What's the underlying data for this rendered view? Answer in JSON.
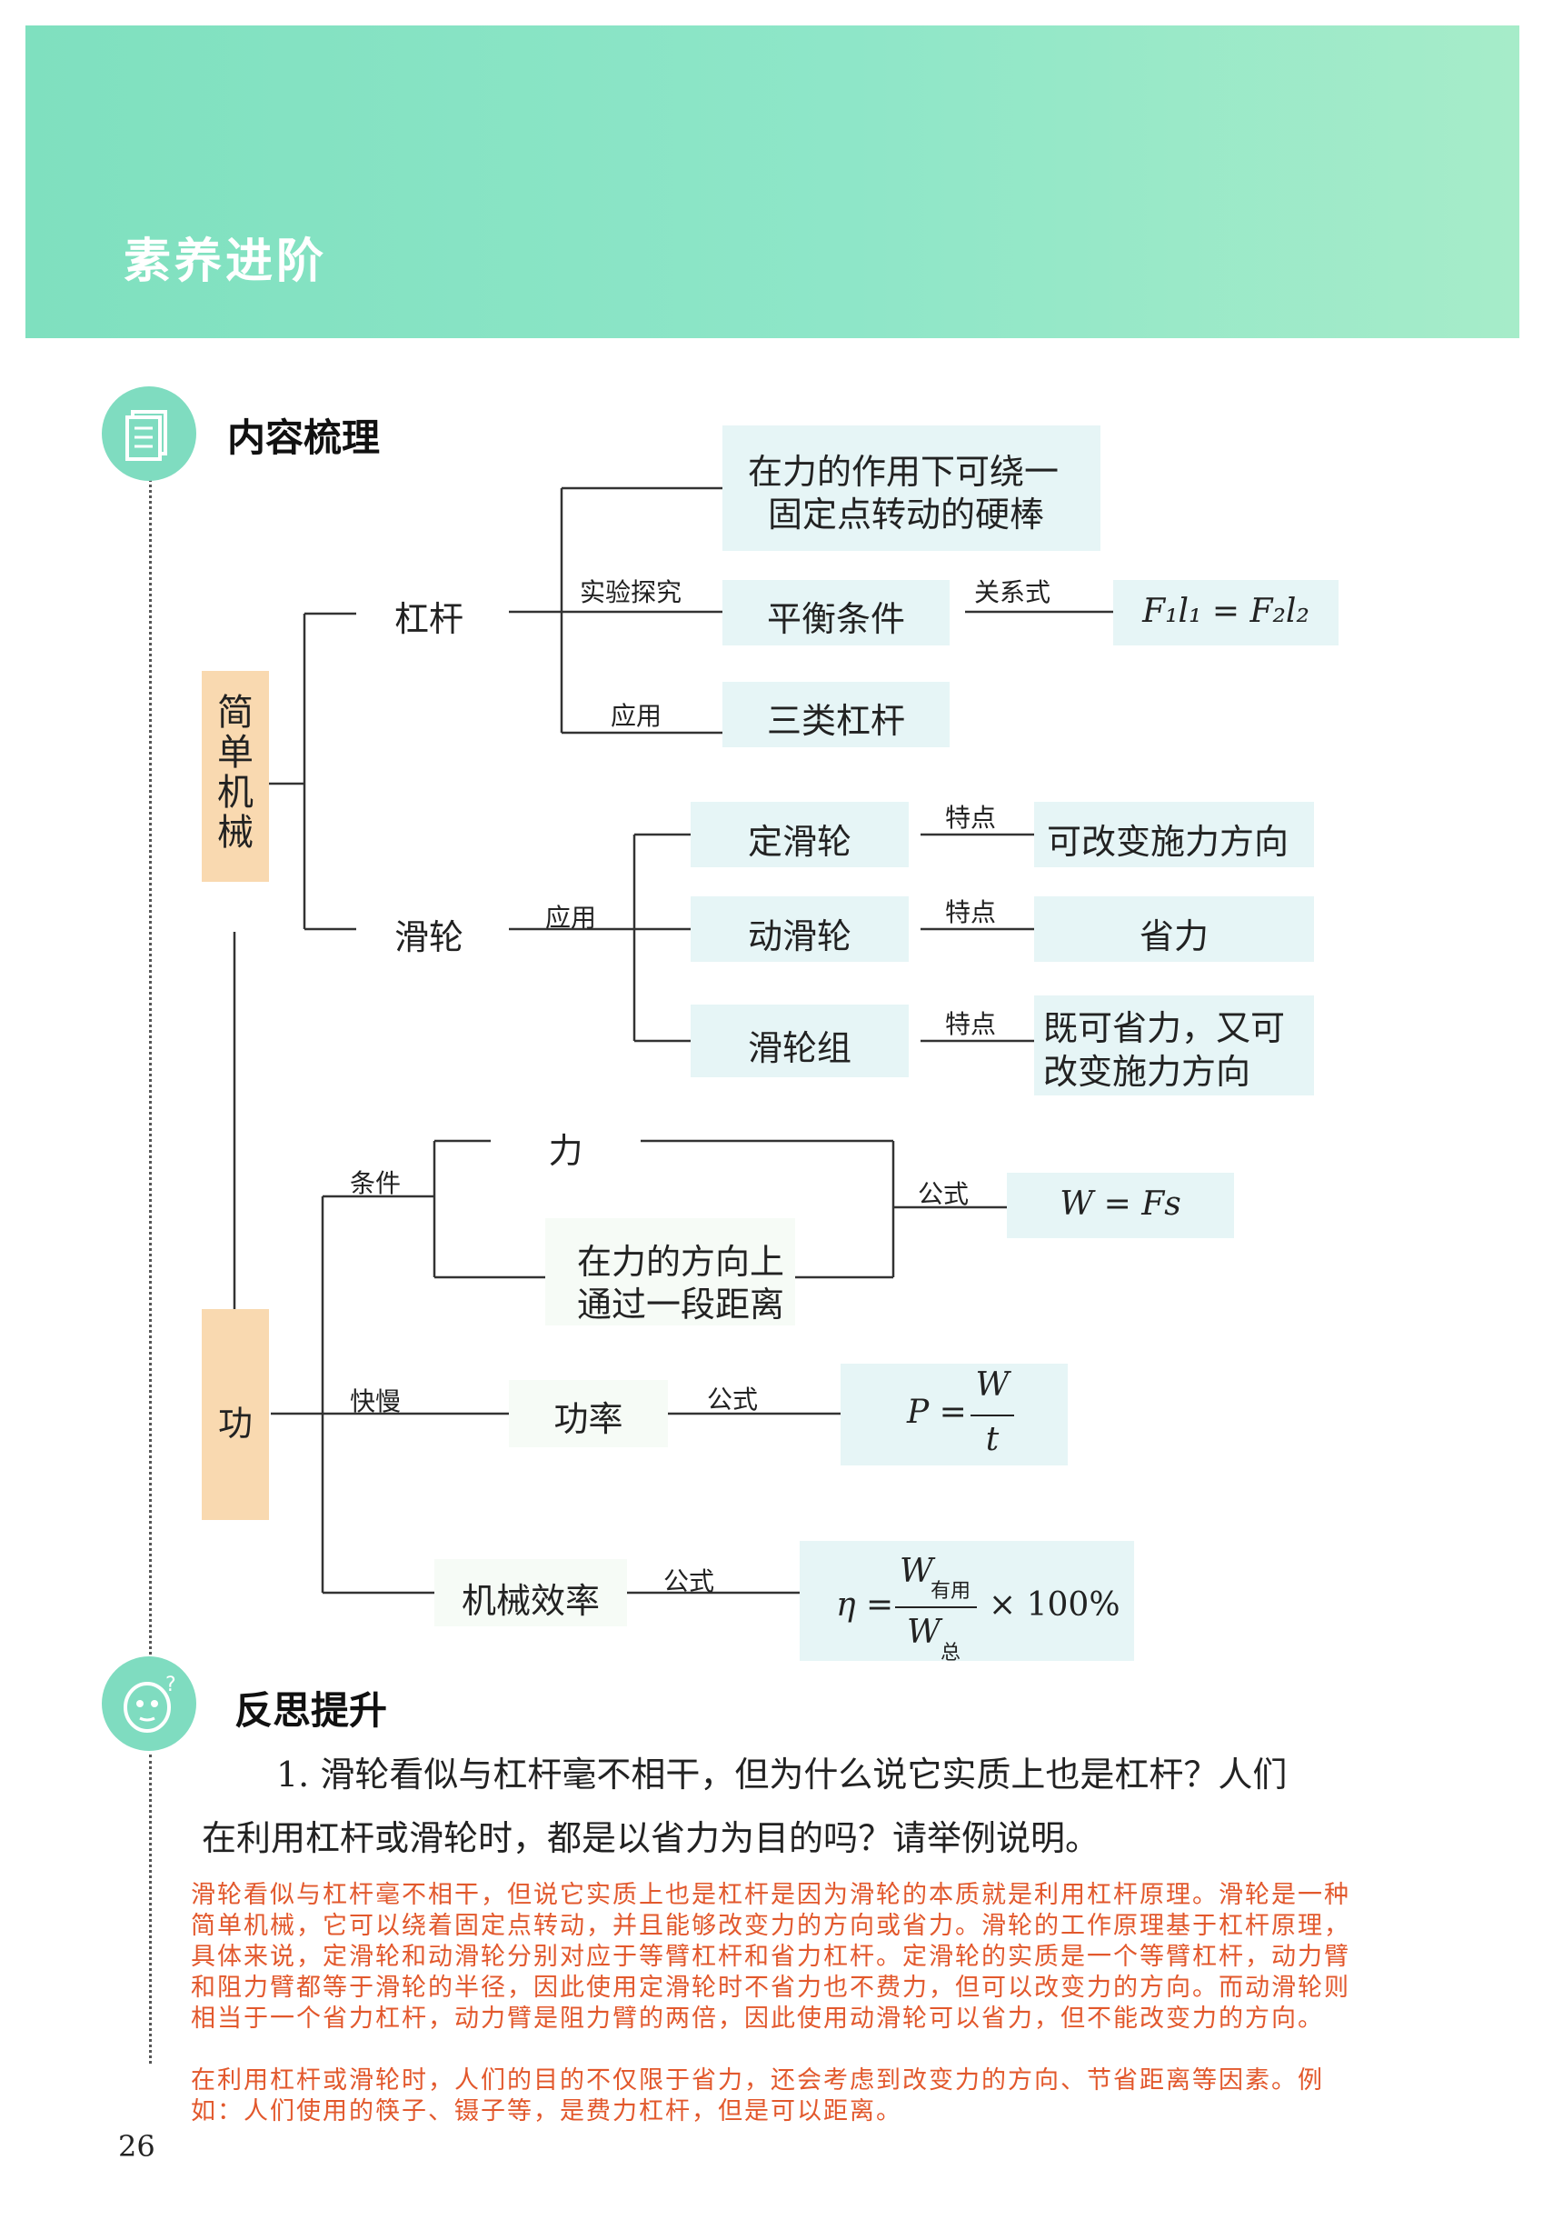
{
  "banner": {
    "title": "素养进阶"
  },
  "section1": {
    "title": "内容梳理"
  },
  "section2": {
    "title": "反思提升"
  },
  "map": {
    "simple_machine": "简单机械",
    "work": "功",
    "lever": "杠杆",
    "lever_def_line1": "在力的作用下可绕一",
    "lever_def_line2": "固定点转动的硬棒",
    "experiment": "实验探究",
    "balance": "平衡条件",
    "relation": "关系式",
    "lever_formula": "F₁l₁ = F₂l₂",
    "application": "应用",
    "three_levers": "三类杠杆",
    "pulley": "滑轮",
    "pulley_app": "应用",
    "fixed_pulley": "定滑轮",
    "movable_pulley": "动滑轮",
    "pulley_block": "滑轮组",
    "feature1": "特点",
    "feature2": "特点",
    "feature3": "特点",
    "fixed_feat": "可改变施力方向",
    "movable_feat": "省力",
    "block_feat_line1": "既可省力，又可",
    "block_feat_line2": "改变施力方向",
    "condition": "条件",
    "force": "力",
    "distance_line1": "在力的方向上",
    "distance_line2": "通过一段距离",
    "formula_label1": "公式",
    "work_formula": "W = Fs",
    "speed": "快慢",
    "power": "功率",
    "formula_label2": "公式",
    "power_formula_lhs": "P =",
    "power_formula_num": "W",
    "power_formula_den": "t",
    "efficiency": "机械效率",
    "formula_label3": "公式",
    "eff_lhs": "η =",
    "eff_num": "W",
    "eff_num_sub": "有用",
    "eff_den": "W",
    "eff_den_sub": "总",
    "eff_tail": "× 100%"
  },
  "question": {
    "line1": "1. 滑轮看似与杠杆毫不相干，但为什么说它实质上也是杠杆？人们",
    "line2": "在利用杠杆或滑轮时，都是以省力为目的吗？请举例说明。"
  },
  "answer": {
    "para1": "滑轮看似与杠杆毫不相干，但说它实质上也是杠杆是因为滑轮的本质就是利用杠杆原理。滑轮是一种简单机械，它可以绕着固定点转动，并且能够改变力的方向或省力。滑轮的工作原理基于杠杆原理，具体来说，定滑轮和动滑轮分别对应于等臂杠杆和省力杠杆。定滑轮的实质是一个等臂杠杆，动力臂和阻力臂都等于滑轮的半径，因此使用定滑轮时不省力也不费力，但可以改变力的方向。而动滑轮则相当于一个省力杠杆，动力臂是阻力臂的两倍，因此使用动滑轮可以省力，但不能改变力的方向。",
    "para2": "在利用杠杆或滑轮时，人们的目的不仅限于省力，还会考虑到改变力的方向、节省距离等因素。例如：人们使用的筷子、镊子等，是费力杠杆，但是可以距离。"
  },
  "page_number": "26",
  "colors": {
    "banner": "#8ee6c8",
    "box_blue": "#e6f5f6",
    "box_orange": "#f9d9b0",
    "answer_red": "#e2582c"
  }
}
